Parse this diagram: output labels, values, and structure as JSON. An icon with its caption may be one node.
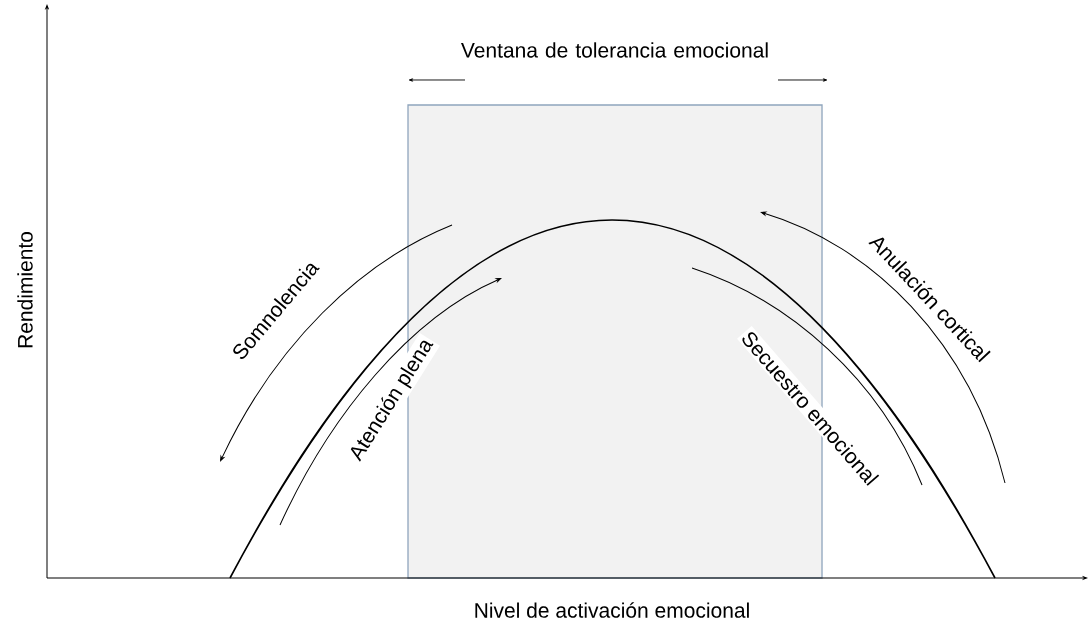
{
  "diagram": {
    "nodes": [
      {
        "text": [
          "Ventana de tolerancia emocional"
        ]
      }
    ],
    "labels": [
      "Rendimiento",
      "Somnolencia",
      "Atención plena",
      "Secuestro emocional",
      "Anulación cortical",
      "Nivel de activación emocional"
    ]
  }
}
